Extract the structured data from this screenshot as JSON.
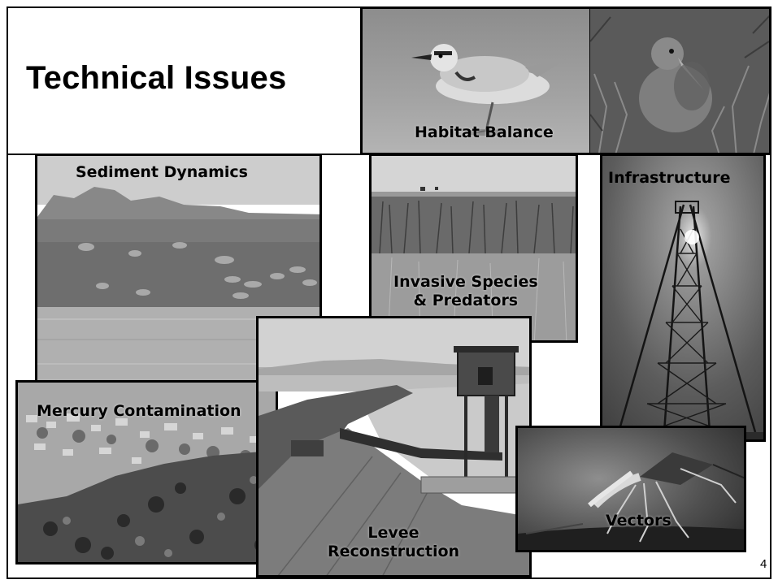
{
  "slide": {
    "title": "Technical Issues",
    "page_number": "4"
  },
  "captions": {
    "habitat": "Habitat Balance",
    "sediment": "Sediment Dynamics",
    "infrastructure": "Infrastructure",
    "invasive_line1": "Invasive Species",
    "invasive_line2": "& Predators",
    "mercury": "Mercury Contamination",
    "levee_line1": "Levee",
    "levee_line2": "Reconstruction",
    "vectors": "Vectors"
  }
}
